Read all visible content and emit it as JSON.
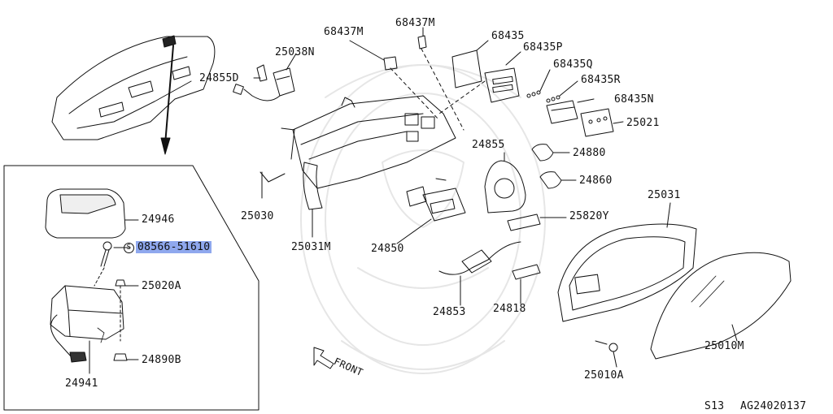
{
  "labels": {
    "p68437m_a": "68437M",
    "p68437m_b": "68437M",
    "p68435": "68435",
    "p68435p": "68435P",
    "p68435q": "68435Q",
    "p68435r": "68435R",
    "p68435n": "68435N",
    "p25021": "25021",
    "p25038n": "25038N",
    "p24855d": "24855D",
    "p24855": "24855",
    "p24880": "24880",
    "p24860": "24860",
    "p25031": "25031",
    "p25820y": "25820Y",
    "p25030": "25030",
    "p25031m": "25031M",
    "p24850": "24850",
    "p24853": "24853",
    "p24818": "24818",
    "p25010m": "25010M",
    "p25010a": "25010A",
    "p24946": "24946",
    "p08566": "08566-51610",
    "p08566_symbol": "S",
    "p25020a": "25020A",
    "p24890b": "24890B",
    "p24941": "24941"
  },
  "front_label": "FRONT",
  "footer": {
    "model": "S13",
    "code": "AG24020137"
  },
  "colors": {
    "line": "#111111",
    "highlight": "#8fa8ee",
    "watermark": "#e6e6e6"
  }
}
